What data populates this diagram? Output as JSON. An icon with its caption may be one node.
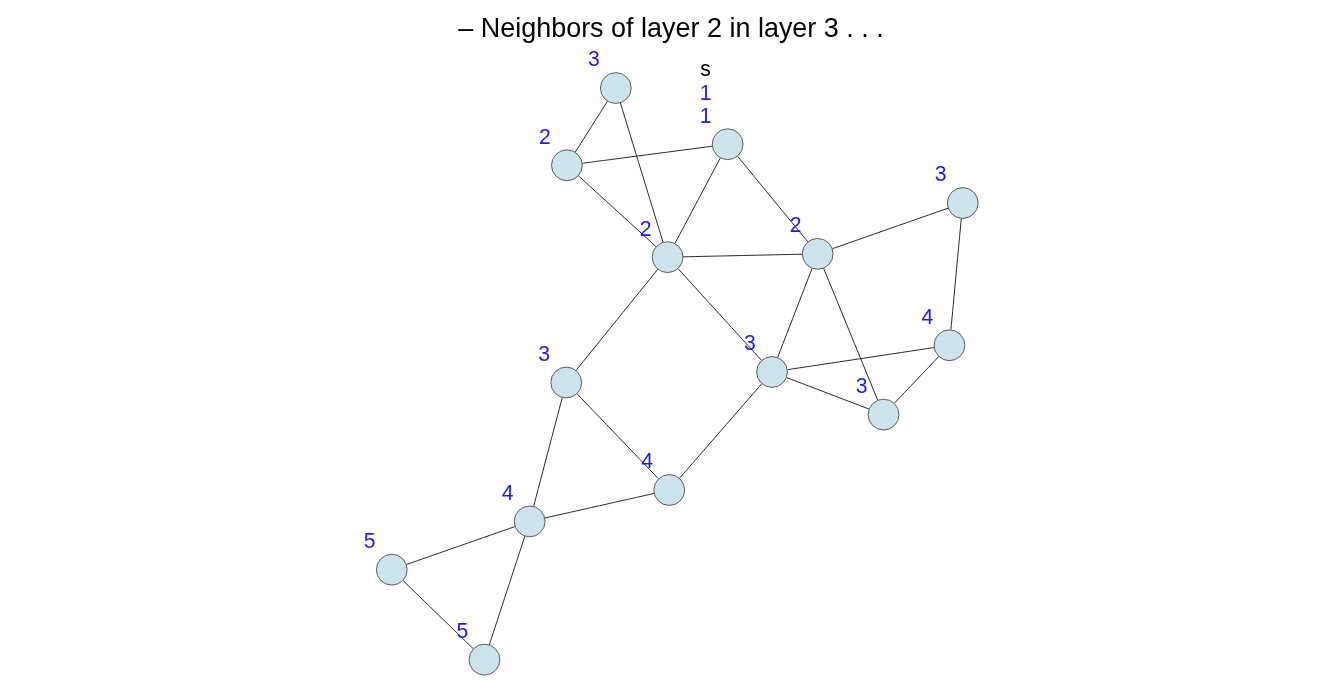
{
  "diagram": {
    "title": "– Neighbors of layer 2 in layer 3 . . .",
    "nodes": [
      {
        "text": [],
        "shape": "circle",
        "beside": [
          "s",
          "1",
          "1"
        ]
      },
      {
        "text": [],
        "shape": "circle",
        "beside": [
          "2"
        ]
      },
      {
        "text": [],
        "shape": "circle",
        "beside": [
          "2"
        ]
      },
      {
        "text": [],
        "shape": "circle",
        "beside": [
          "3"
        ]
      },
      {
        "text": [],
        "shape": "circle",
        "beside": [
          "2"
        ]
      },
      {
        "text": [],
        "shape": "circle",
        "beside": [
          "3"
        ]
      },
      {
        "text": [],
        "shape": "circle",
        "beside": [
          "3"
        ]
      },
      {
        "text": [],
        "shape": "circle",
        "beside": [
          "3"
        ]
      },
      {
        "text": [],
        "shape": "circle",
        "beside": [
          "4"
        ]
      },
      {
        "text": [],
        "shape": "circle",
        "beside": [
          "4"
        ]
      },
      {
        "text": [],
        "shape": "circle",
        "beside": [
          "5"
        ]
      },
      {
        "text": [],
        "shape": "circle",
        "beside": [
          "5"
        ]
      },
      {
        "text": [],
        "shape": "circle",
        "beside": [
          "3"
        ]
      },
      {
        "text": [],
        "shape": "circle",
        "beside": [
          "4"
        ]
      }
    ],
    "edges": [
      {
        "from": 0,
        "to": 1,
        "arrow": "none"
      },
      {
        "from": 0,
        "to": 2,
        "arrow": "none"
      },
      {
        "from": 0,
        "to": 4,
        "arrow": "none"
      },
      {
        "from": 2,
        "to": 3,
        "arrow": "none"
      },
      {
        "from": 2,
        "to": 4,
        "arrow": "none"
      },
      {
        "from": 3,
        "to": 4,
        "arrow": "none"
      },
      {
        "from": 4,
        "to": 5,
        "arrow": "none"
      },
      {
        "from": 4,
        "to": 1,
        "arrow": "none"
      },
      {
        "from": 4,
        "to": 6,
        "arrow": "none"
      },
      {
        "from": 1,
        "to": 6,
        "arrow": "none"
      },
      {
        "from": 1,
        "to": 12,
        "arrow": "none"
      },
      {
        "from": 1,
        "to": 7,
        "arrow": "none"
      },
      {
        "from": 5,
        "to": 9,
        "arrow": "none"
      },
      {
        "from": 5,
        "to": 8,
        "arrow": "none"
      },
      {
        "from": 8,
        "to": 9,
        "arrow": "none"
      },
      {
        "from": 8,
        "to": 6,
        "arrow": "none"
      },
      {
        "from": 9,
        "to": 10,
        "arrow": "none"
      },
      {
        "from": 9,
        "to": 11,
        "arrow": "none"
      },
      {
        "from": 10,
        "to": 11,
        "arrow": "none"
      },
      {
        "from": 6,
        "to": 7,
        "arrow": "none"
      },
      {
        "from": 6,
        "to": 13,
        "arrow": "none"
      },
      {
        "from": 7,
        "to": 13,
        "arrow": "none"
      },
      {
        "from": 12,
        "to": 13,
        "arrow": "none"
      }
    ]
  }
}
